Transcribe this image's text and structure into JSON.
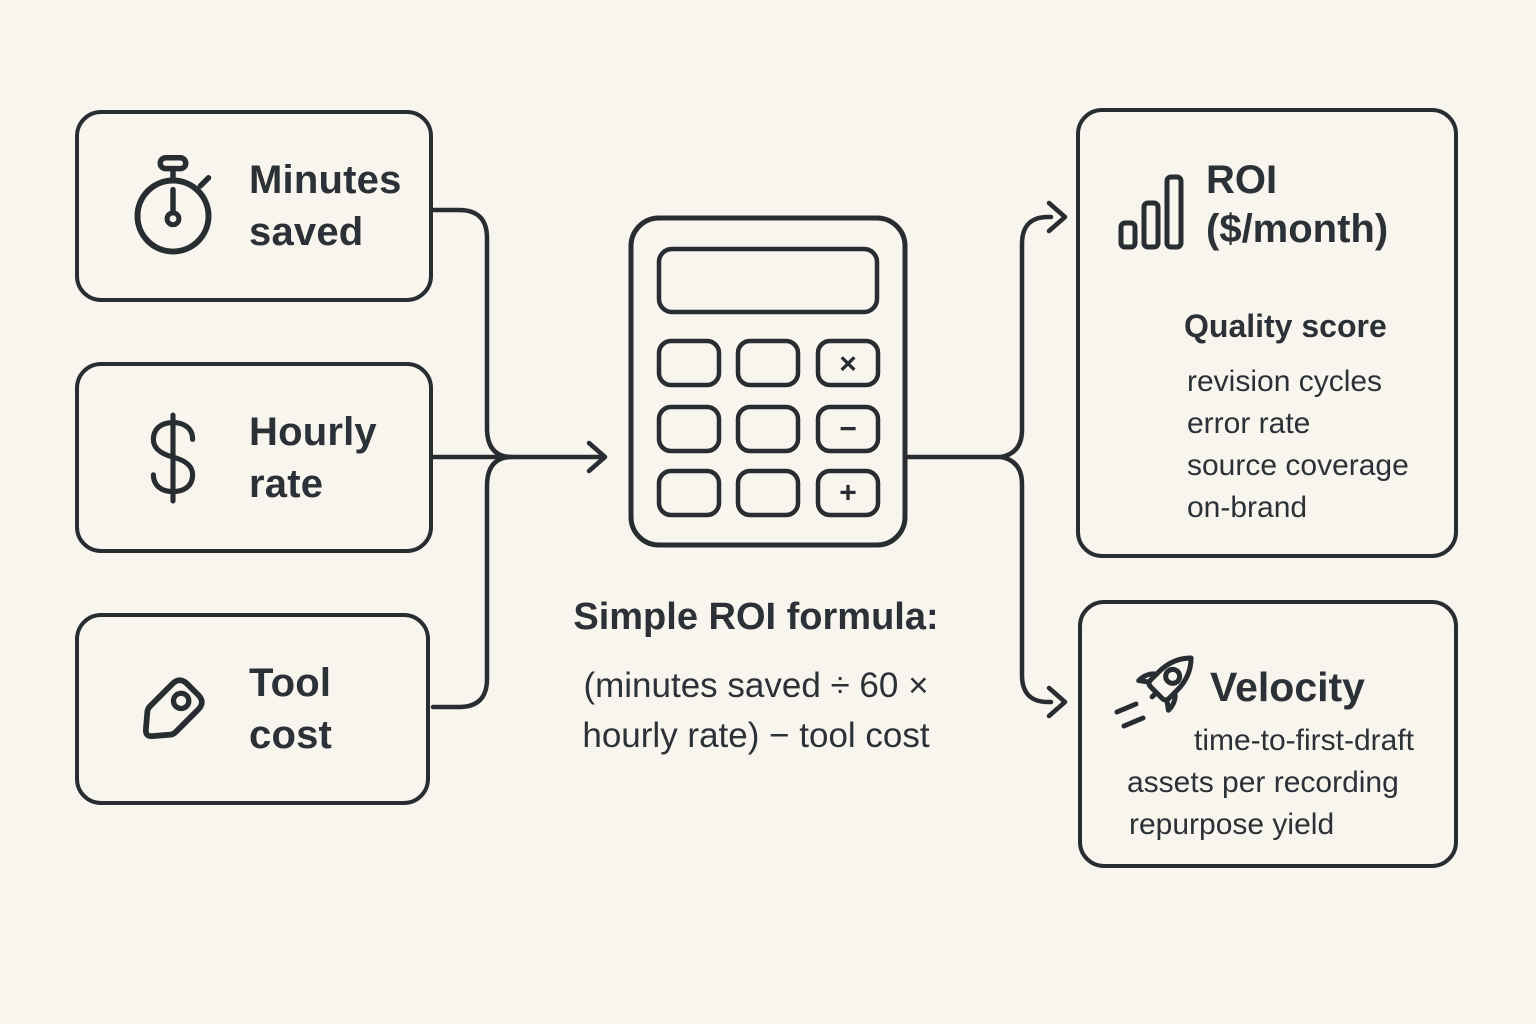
{
  "palette": {
    "background": "#f8f5ee",
    "ink": "#272d31"
  },
  "inputs": [
    {
      "icon": "stopwatch-icon",
      "lines": [
        "Minutes",
        "saved"
      ]
    },
    {
      "icon": "dollar-sign-icon",
      "lines": [
        "Hourly",
        "rate"
      ]
    },
    {
      "icon": "price-tag-icon",
      "lines": [
        "Tool",
        "cost"
      ]
    }
  ],
  "calculator": {
    "buttons": [
      "×",
      "−",
      "+"
    ]
  },
  "formula": {
    "heading": "Simple ROI formula:",
    "lines": [
      "(minutes saved ÷ 60 ×",
      "hourly rate) − tool cost"
    ]
  },
  "outputs": {
    "roi": {
      "icon": "bar-chart-icon",
      "title_lines": [
        "ROI",
        "($/month)"
      ],
      "subheading": "Quality score",
      "metrics": [
        "revision cycles",
        "error rate",
        "source coverage",
        "on-brand"
      ]
    },
    "velocity": {
      "icon": "rocket-icon",
      "title": "Velocity",
      "metrics": [
        "time-to-first-draft",
        "assets per recording",
        "repurpose yield"
      ]
    }
  }
}
